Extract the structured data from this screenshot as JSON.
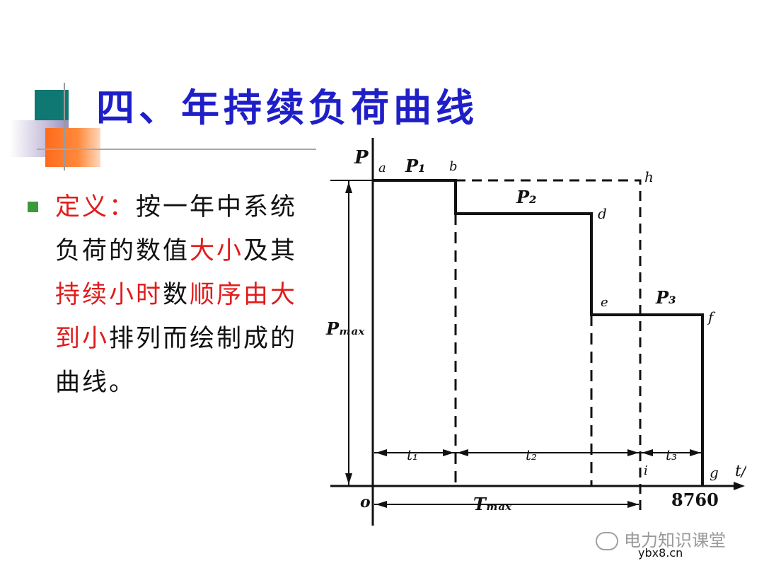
{
  "title": "四、年持续负荷曲线",
  "definition": {
    "label": "定义：",
    "parts": [
      {
        "text": "按一年中系统负荷的数值",
        "red": false
      },
      {
        "text": "大小",
        "red": true
      },
      {
        "text": "及其",
        "red": false
      },
      {
        "text": "持续小时",
        "red": true
      },
      {
        "text": "数",
        "red": false
      },
      {
        "text": "顺序由大到小",
        "red": true
      },
      {
        "text": "排列而绘制成的曲线。",
        "red": false
      }
    ]
  },
  "diagram": {
    "labels": {
      "p_axis": "P",
      "t_axis": "t/h",
      "origin": "o",
      "a": "a",
      "b": "b",
      "d": "d",
      "e": "e",
      "f": "f",
      "g": "g",
      "h": "h",
      "i": "i",
      "p1": "P₁",
      "p2": "P₂",
      "p3": "P₃",
      "pmax": "Pₘₐₓ",
      "t1": "t₁",
      "t2": "t₂",
      "t3": "t₃",
      "tmax": "Tₘₐₓ",
      "year_hours": "8760"
    }
  },
  "watermark": {
    "text": "电力知识课堂",
    "site": "ybx8.cn"
  }
}
